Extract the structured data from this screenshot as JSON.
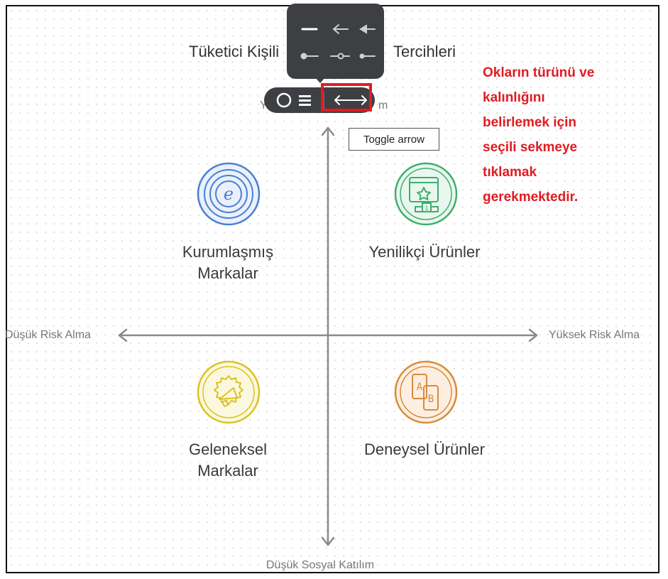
{
  "chart": {
    "title_left": "Tüketici Kişili",
    "title_right": "Tercihleri",
    "top_axis_left": "Y",
    "top_axis_right": "m",
    "bottom_axis": "Düşük Sosyal Katılım",
    "left_axis": "Düşük Risk Alma",
    "right_axis": "Yüksek Risk Alma"
  },
  "quadrants": [
    {
      "label_line1": "Kurumlaşmış",
      "label_line2": "Markalar",
      "icon": "e-logo-icon",
      "color": "#4a7fd0"
    },
    {
      "label_line1": "Yenilikçi Ürünler",
      "label_line2": "",
      "icon": "web-ranking-icon",
      "color": "#3fae6d"
    },
    {
      "label_line1": "Geleneksel",
      "label_line2": "Markalar",
      "icon": "megaphone-icon",
      "color": "#d9c322"
    },
    {
      "label_line1": "Deneysel Ürünler",
      "label_line2": "",
      "icon": "ab-test-icon",
      "color": "#d98a3a"
    }
  ],
  "toolbar": {
    "tooltip": "Toggle arrow"
  },
  "annotation": {
    "lines": [
      "Okların türünü ve",
      "kalınlığını",
      "belirlemek için",
      "seçili sekmeye",
      "tıklamak",
      "gerekmektedir."
    ]
  },
  "colors": {
    "highlight": "#e11b22",
    "toolbar_bg": "#3d3f42"
  }
}
